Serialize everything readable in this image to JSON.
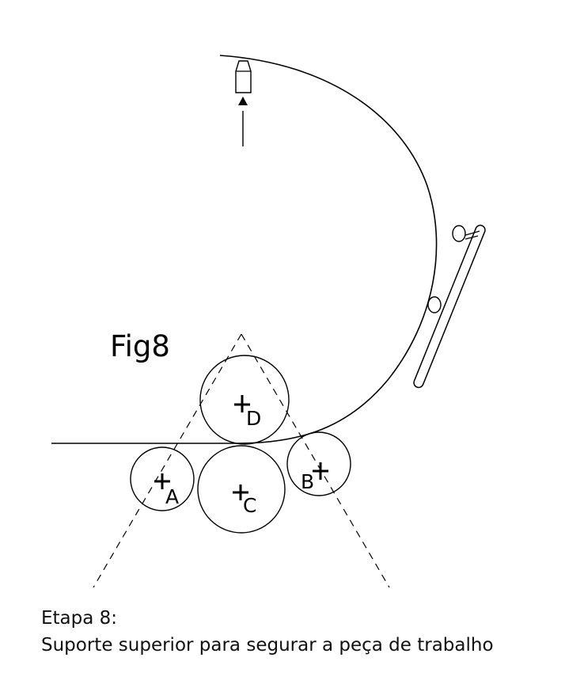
{
  "figure": {
    "title": "Fig8"
  },
  "rollers": [
    {
      "id": "A",
      "label": "A"
    },
    {
      "id": "B",
      "label": "B"
    },
    {
      "id": "C",
      "label": "C"
    },
    {
      "id": "D",
      "label": "D"
    }
  ],
  "caption": {
    "line1": "Etapa 8:",
    "line2": "Suporte superior para segurar a peça de trabalho"
  },
  "colors": {
    "stroke": "#000000",
    "background": "#ffffff"
  }
}
